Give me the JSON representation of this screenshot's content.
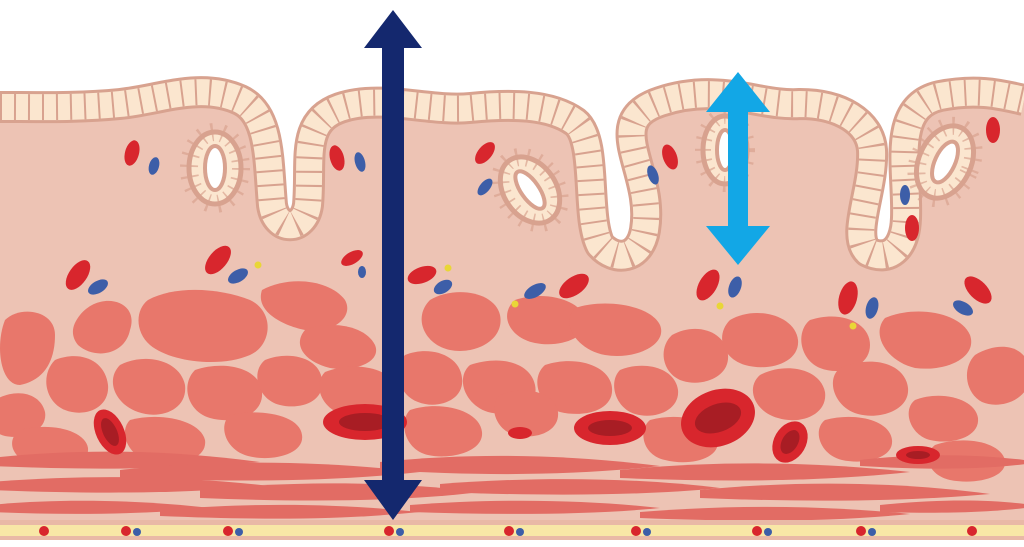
{
  "diagram": {
    "subject": "tissue-cross-section",
    "colors": {
      "background": "#ffffff",
      "tissue": "#edc3b4",
      "epithelium_fill": "#fbe6cf",
      "epithelium_outline": "#d8a28f",
      "gland_lumen": "#ffffff",
      "muscle_cell": "#e8776b",
      "muscle_fiber": "#e26c64",
      "red_blood_cell": "#d8262d",
      "red_blood_cell_center": "#a81d24",
      "blue_cell": "#3d5ea8",
      "yellow_dot": "#e9d637",
      "base_layer": "#f8e7a6",
      "base_layer_border": "#e9b9a6",
      "arrow_large": "#14286e",
      "arrow_small": "#12a7e6"
    },
    "elements": {
      "arrow_large": "full-thickness-double-arrow",
      "arrow_small": "mucosa-depth-double-arrow"
    }
  }
}
